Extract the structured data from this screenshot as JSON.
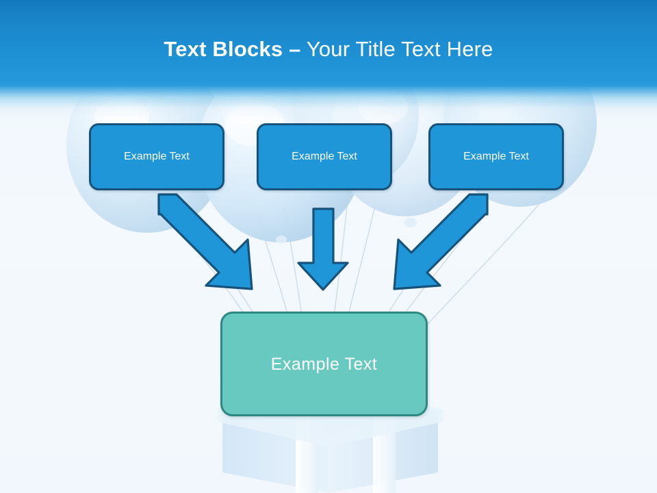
{
  "slide": {
    "title_bold": "Text Blocks –",
    "title_regular": " Your Title Text Here",
    "background_color": "#f1f7fc",
    "header_color": "#1e90d4"
  },
  "top_boxes": [
    {
      "label": "Example Text",
      "fill": "#1e96d8",
      "border": "#16527a"
    },
    {
      "label": "Example Text",
      "fill": "#1e96d8",
      "border": "#16527a"
    },
    {
      "label": "Example Text",
      "fill": "#1e96d8",
      "border": "#16527a"
    }
  ],
  "result_box": {
    "label": "Example Text",
    "fill": "#68c9c0",
    "border": "#2e8782"
  },
  "arrows": [
    {
      "name": "arrow-left-diagonal",
      "direction": "down-right",
      "fill": "#1e96d8",
      "outline": "#16527a"
    },
    {
      "name": "arrow-middle-vertical",
      "direction": "down",
      "fill": "#1e96d8",
      "outline": "#16527a"
    },
    {
      "name": "arrow-right-diagonal",
      "direction": "down-left",
      "fill": "#1e96d8",
      "outline": "#16527a"
    }
  ],
  "background_art": {
    "description": "balloons-with-strings-and-gift-box",
    "balloon_color": "#dfeefa",
    "gift_box_color": "#dceaf7",
    "string_color": "#c8d8e2"
  }
}
